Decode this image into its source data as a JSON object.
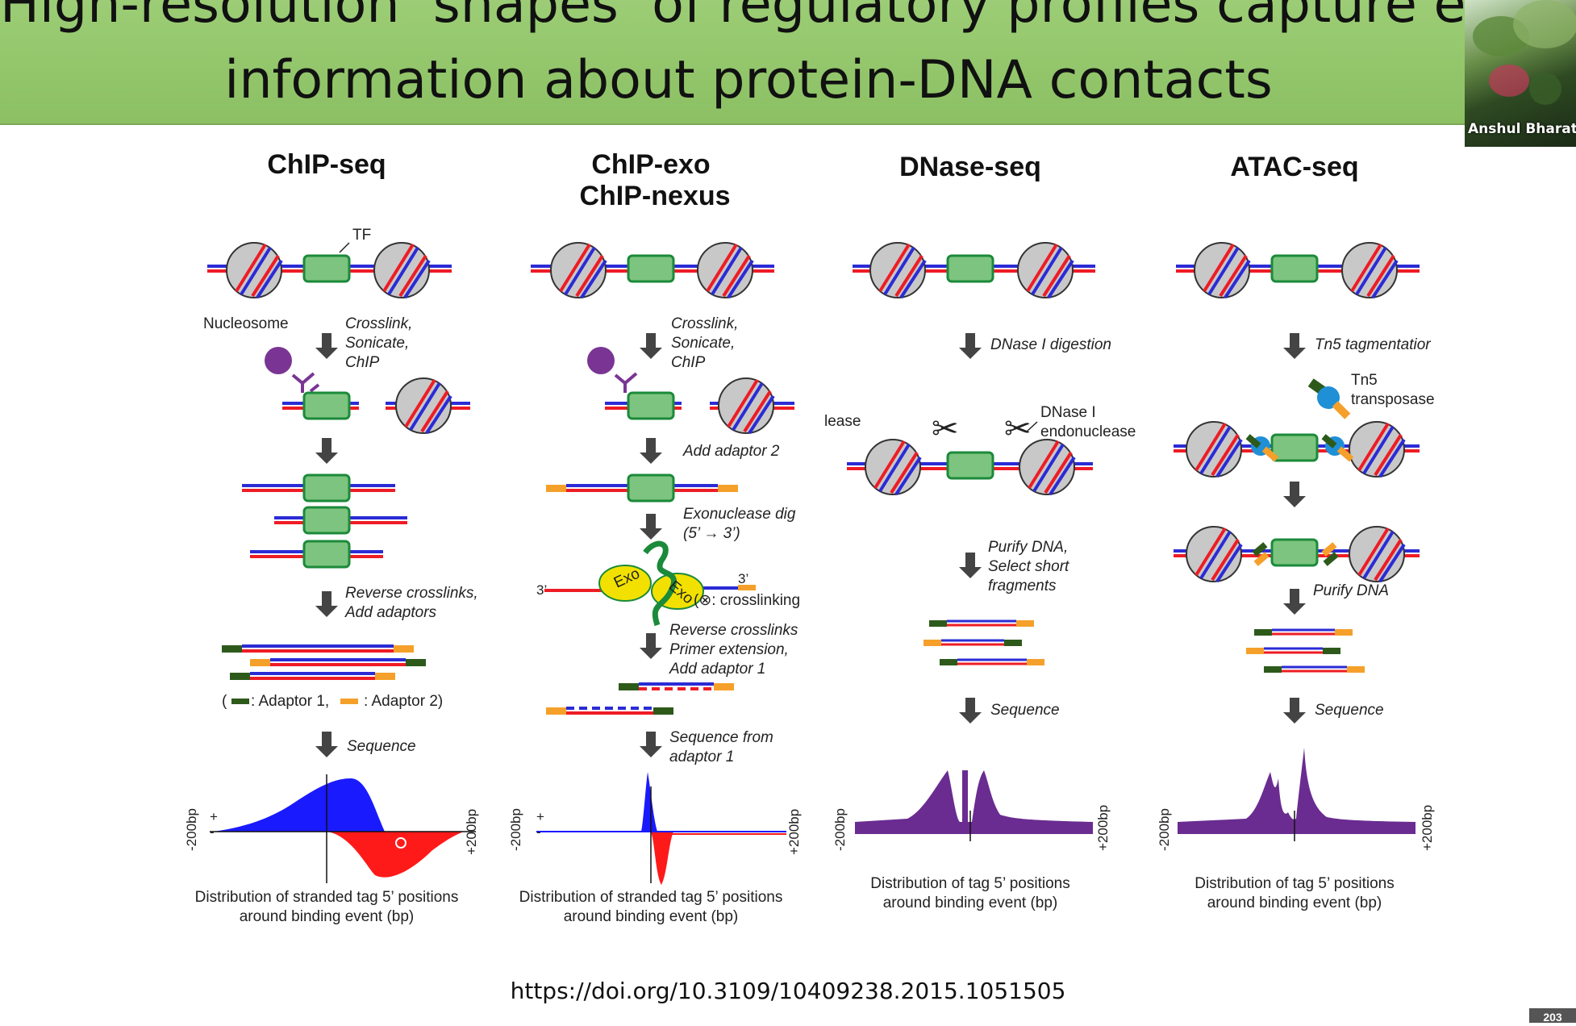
{
  "header": {
    "title_line1": "High-resolution ‘shapes’ of regulatory profiles capture ex",
    "title_line2": "information about protein-DNA contacts"
  },
  "video": {
    "participant_name": "Anshul Bharat"
  },
  "figure": {
    "chipseq": {
      "title": "ChIP-seq",
      "tf_label": "TF",
      "nucleosome_label": "Nucleosome",
      "step1": [
        "Crosslink,",
        "Sonicate,",
        "ChIP"
      ],
      "step2": [
        "Reverse crosslinks,",
        "Add adaptors"
      ],
      "legend_open": "(",
      "legend_a1": ": Adaptor 1,",
      "legend_a2": ": Adaptor 2)",
      "step3": "Sequence",
      "plus": "+",
      "minus": "-",
      "axis_left": "-200bp",
      "axis_right": "+200bp",
      "caption": [
        "Distribution of stranded tag 5’ positions",
        "around binding event (bp)"
      ]
    },
    "chipexo": {
      "title1": "ChIP-exo",
      "title2": "ChIP-nexus",
      "step1": [
        "Crosslink,",
        "Sonicate,",
        "ChIP"
      ],
      "step2": "Add adaptor 2",
      "step3": [
        "Exonuclease dig",
        "(5’ → 3’)"
      ],
      "exo": "Exo",
      "three_prime": "3’",
      "crosslinking": "(⊗: crosslinking",
      "step4": [
        "Reverse crosslinks",
        "Primer extension,",
        "Add adaptor 1"
      ],
      "step5": [
        "Sequence from",
        "adaptor 1"
      ],
      "plus": "+",
      "minus": "-",
      "axis_left": "-200bp",
      "axis_right": "+200bp",
      "caption": [
        "Distribution of stranded tag 5’ positions",
        "around binding event (bp)"
      ]
    },
    "dnase": {
      "title": "DNase-seq",
      "step1": "DNase I digestion",
      "clipped_label": "lease",
      "endonuclease": [
        "DNase I",
        "endonuclease"
      ],
      "step2": [
        "Purify DNA,",
        "Select short",
        "fragments"
      ],
      "step3": "Sequence",
      "axis_left": "-200bp",
      "axis_right": "+200bp",
      "caption": [
        "Distribution of tag 5’ positions",
        "around binding event (bp)"
      ]
    },
    "atac": {
      "title": "ATAC-seq",
      "step1": "Tn5 tagmentatior",
      "tn5": [
        "Tn5",
        "transposase"
      ],
      "step2": "Purify DNA",
      "step3": "Sequence",
      "axis_left": "-200bp",
      "axis_right": "+200bp",
      "caption": [
        "Distribution of tag 5’ positions",
        "around binding event (bp)"
      ]
    }
  },
  "doi": "https://doi.org/10.3109/10409238.2015.1051505",
  "slide_number": "203",
  "colors": {
    "header_green": "#8cc063",
    "dna_red": "#ee1c25",
    "dna_blue": "#2b2bd6",
    "tf_green": "#7cc47f",
    "adaptor1": "#2d5a1b",
    "adaptor2": "#f5a02a",
    "plus_strand": "#1a1aff",
    "minus_strand": "#ff1a1a",
    "profile_purple": "#6a2c91"
  }
}
